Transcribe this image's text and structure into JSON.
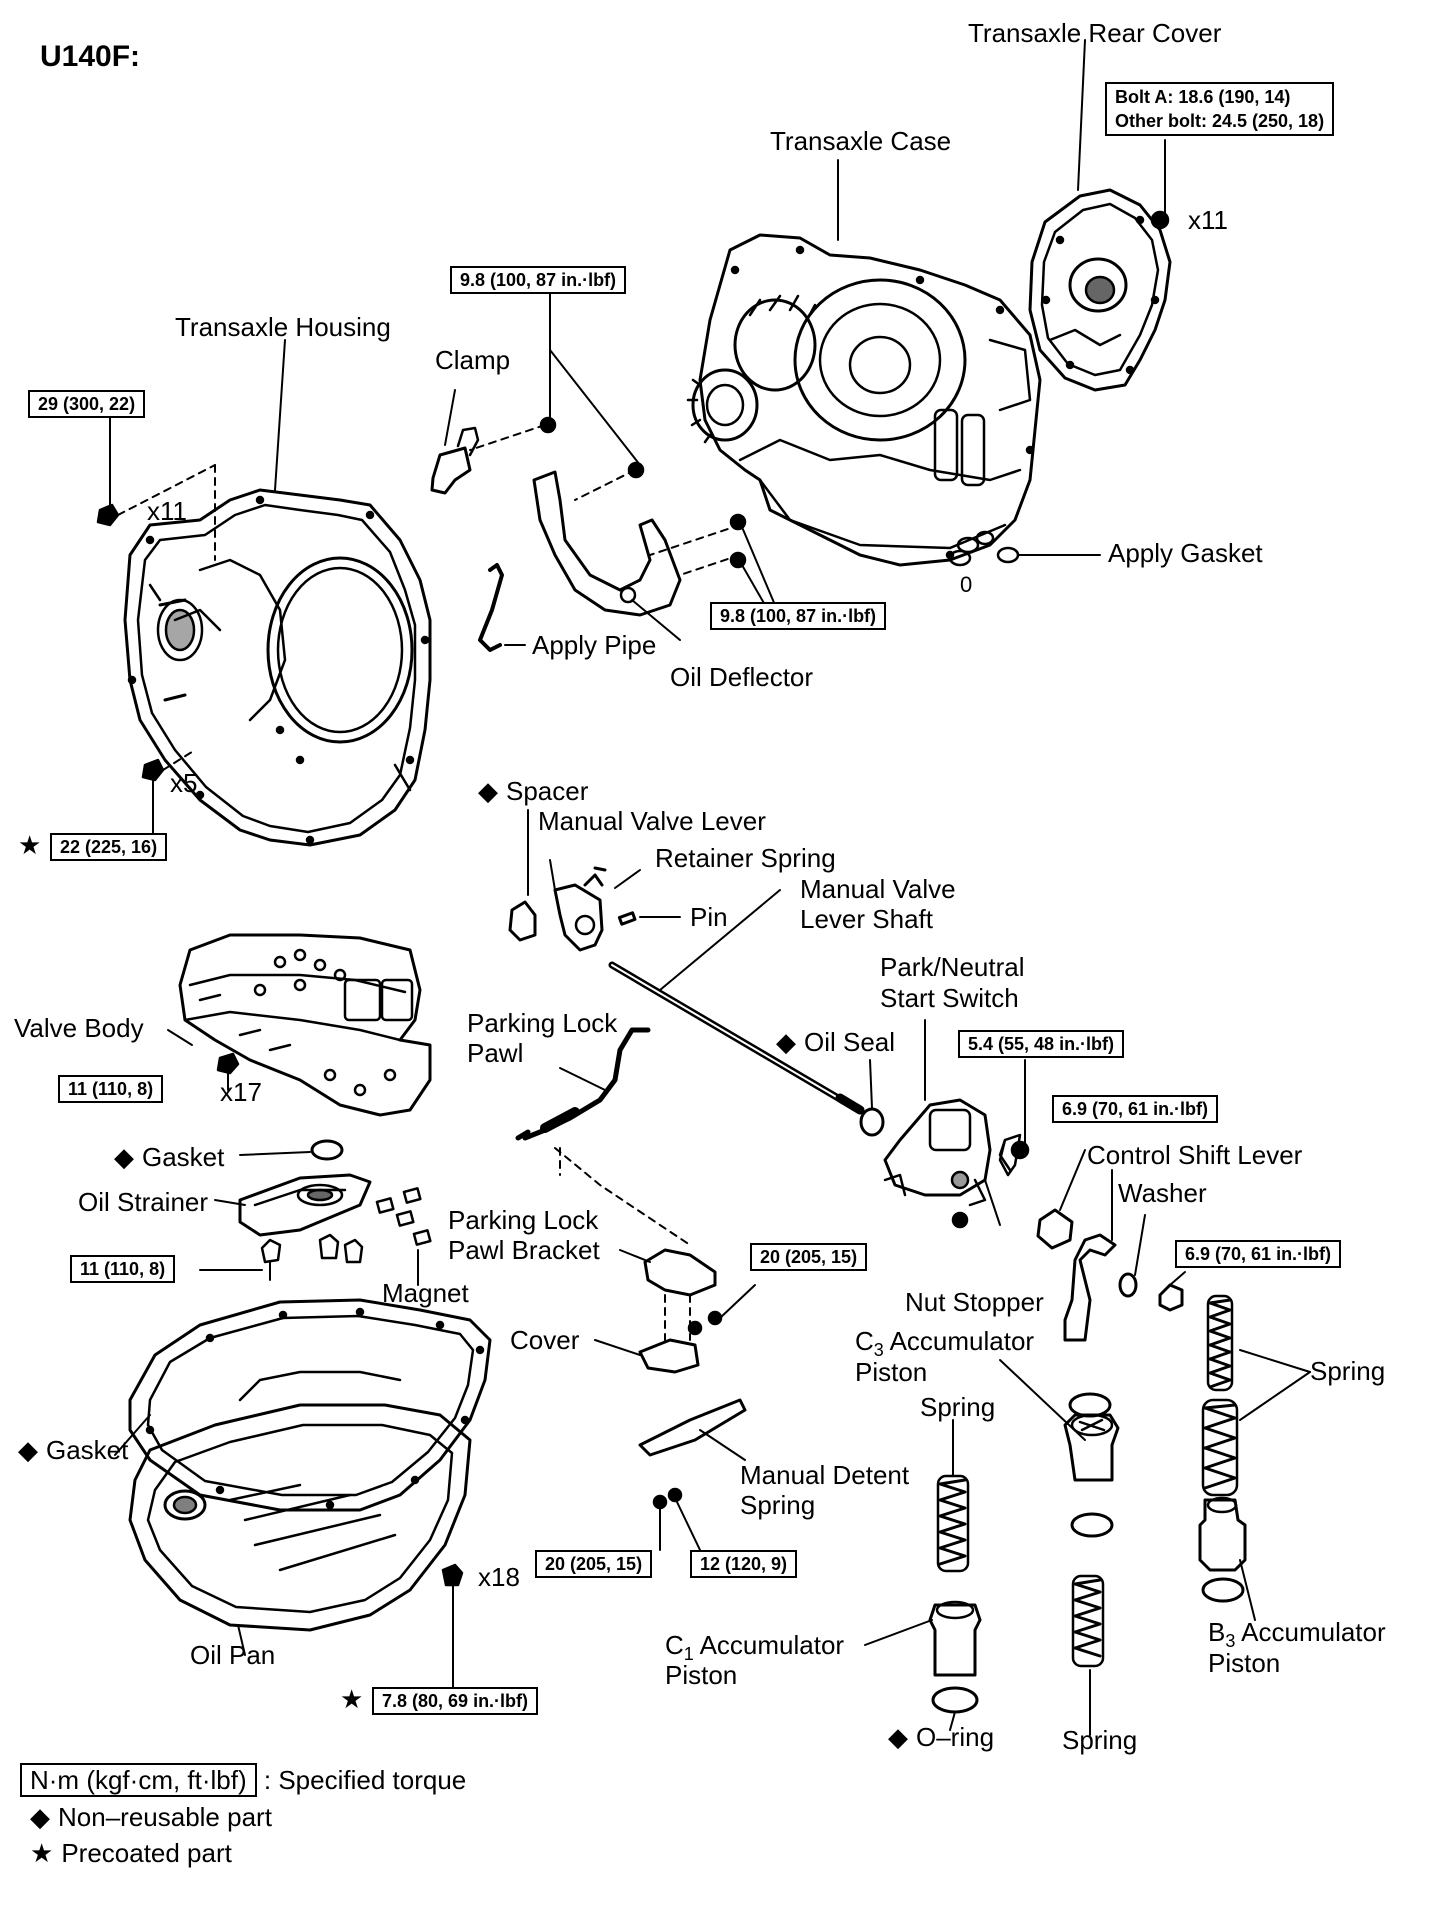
{
  "title": "U140F:",
  "symbols": {
    "non_reusable": "◆",
    "precoated": "★"
  },
  "labels": {
    "transaxle_rear_cover": "Transaxle Rear Cover",
    "transaxle_case": "Transaxle Case",
    "transaxle_housing": "Transaxle Housing",
    "clamp": "Clamp",
    "apply_gasket": "Apply Gasket",
    "apply_pipe": "Apply Pipe",
    "oil_deflector": "Oil Deflector",
    "spacer": "Spacer",
    "manual_valve_lever": "Manual Valve Lever",
    "retainer_spring": "Retainer Spring",
    "pin": "Pin",
    "manual_valve_lever_shaft_1": "Manual Valve",
    "manual_valve_lever_shaft_2": "Lever Shaft",
    "park_neutral_1": "Park/Neutral",
    "park_neutral_2": "Start Switch",
    "valve_body": "Valve Body",
    "parking_lock_pawl_1": "Parking Lock",
    "parking_lock_pawl_2": "Pawl",
    "oil_seal": "Oil Seal",
    "control_shift_lever": "Control Shift Lever",
    "washer": "Washer",
    "gasket_strainer": "Gasket",
    "oil_strainer": "Oil Strainer",
    "parking_lock_pawl_bracket_1": "Parking Lock",
    "parking_lock_pawl_bracket_2": "Pawl Bracket",
    "magnet": "Magnet",
    "nut_stopper": "Nut Stopper",
    "c3_accumulator_1": "C",
    "c3_accumulator_sub": "3",
    "c3_accumulator_2": " Accumulator",
    "c3_accumulator_3": "Piston",
    "cover": "Cover",
    "spring_right": "Spring",
    "spring_mid": "Spring",
    "gasket_pan": "Gasket",
    "manual_detent_1": "Manual Detent",
    "manual_detent_2": "Spring",
    "c1_accumulator_1": "C",
    "c1_accumulator_sub": "1",
    "c1_accumulator_2": " Accumulator",
    "c1_accumulator_3": "Piston",
    "b3_accumulator_1": "B",
    "b3_accumulator_sub": "3",
    "b3_accumulator_2": " Accumulator",
    "b3_accumulator_3": "Piston",
    "oil_pan": "Oil Pan",
    "o_ring": "O–ring",
    "spring_bottom": "Spring"
  },
  "quantities": {
    "rear_cover_bolts": "x11",
    "housing_bolts": "x11",
    "housing_bolts_lower": "x5",
    "valve_body_bolts": "x17",
    "oil_pan_bolts": "x18",
    "apply_gasket_qty": "0"
  },
  "torques": {
    "rear_cover_a": "Bolt A: 18.6 (190, 14)",
    "rear_cover_b": "Other bolt: 24.5 (250, 18)",
    "clamp_top": "9.8 (100, 87 in.·lbf)",
    "deflector_low": "9.8 (100, 87 in.·lbf)",
    "housing_top": "29 (300, 22)",
    "housing_low": "22 (225, 16)",
    "valve_body": "11 (110, 8)",
    "strainer": "11 (110, 8)",
    "pnp_switch": "5.4 (55, 48 in.·lbf)",
    "shift_lever_nut_1": "6.9 (70, 61 in.·lbf)",
    "shift_lever_nut_2": "6.9 (70, 61 in.·lbf)",
    "pawl_bracket": "20 (205, 15)",
    "detent_1": "20 (205, 15)",
    "detent_2": "12 (120, 9)",
    "oil_pan": "7.8 (80, 69 in.·lbf)"
  },
  "legend": {
    "box": "N·m (kgf·cm, ft·lbf)",
    "box_desc": ": Specified torque",
    "non_reusable": "Non–reusable part",
    "precoated": "Precoated part"
  }
}
